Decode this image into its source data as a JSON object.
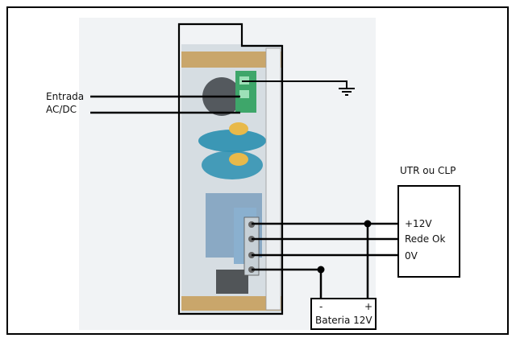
{
  "input": {
    "line1": "Entrada",
    "line2": "AC/DC"
  },
  "rtu": {
    "title": "UTR ou CLP",
    "terminals": [
      "+12V",
      "Rede Ok",
      "0V"
    ]
  },
  "battery": {
    "label": "Bateria 12V",
    "minus": "-",
    "plus": "+"
  },
  "colors": {
    "wire": "#000000",
    "board_bg": "#e8ecef",
    "terminal_green": "#3ea66a",
    "capacitor_blue": "#2a8fb0",
    "capacitor_yellow": "#e8b94a",
    "heatsink_gold": "#c9a66b"
  }
}
